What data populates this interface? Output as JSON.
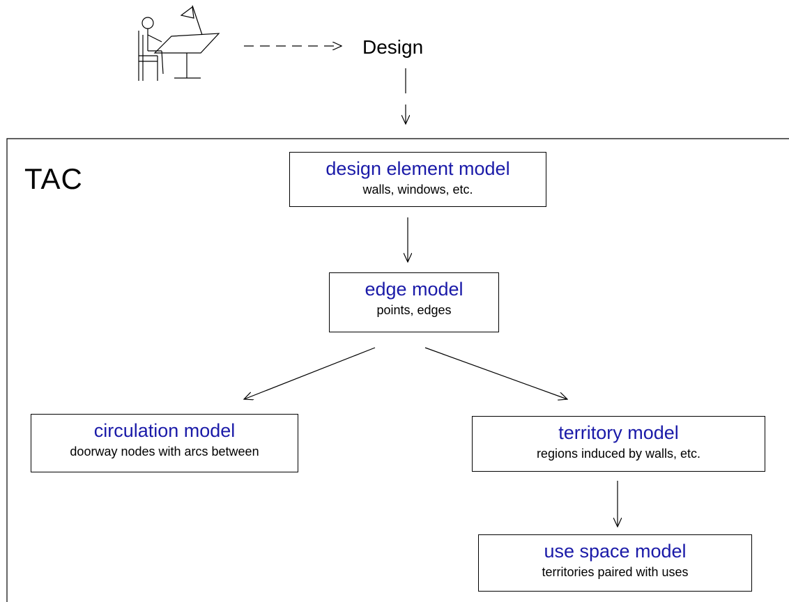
{
  "top": {
    "design_label": "Design"
  },
  "container": {
    "label": "TAC"
  },
  "models": {
    "design_element": {
      "title": "design element model",
      "subtitle": "walls, windows, etc."
    },
    "edge": {
      "title": "edge model",
      "subtitle": "points, edges"
    },
    "circulation": {
      "title": "circulation model",
      "subtitle": "doorway nodes with arcs between"
    },
    "territory": {
      "title": "territory model",
      "subtitle": "regions induced by walls, etc."
    },
    "use_space": {
      "title": "use space model",
      "subtitle": "territories paired with uses"
    }
  },
  "colors": {
    "title_text": "#1a1aa8",
    "lines": "#000000",
    "background": "#ffffff"
  },
  "icons": [
    "designer-at-drafting-table-icon"
  ]
}
